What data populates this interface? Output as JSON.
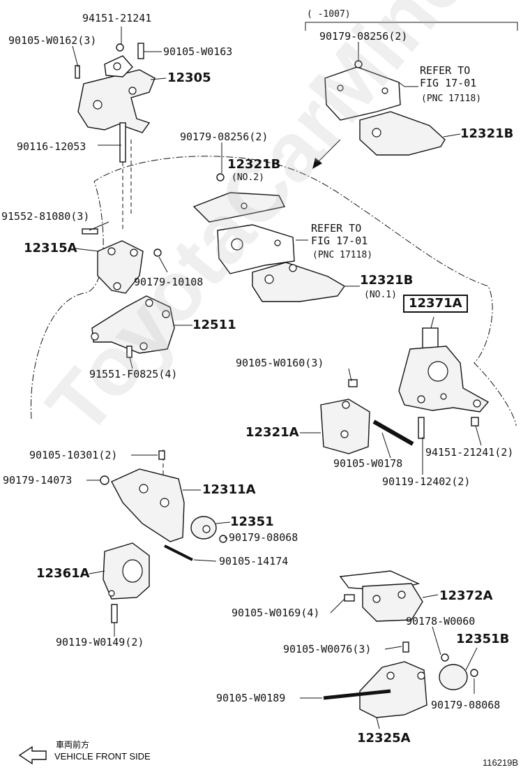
{
  "diagram": {
    "figure_id": "116219B",
    "watermark": "ToyotaCarMine.ru",
    "legend": {
      "japanese": "車両前方",
      "english": "VEHICLE FRONT SIDE"
    },
    "parts": [
      {
        "label": "94151-21241"
      },
      {
        "label": "90105-W0162(3)"
      },
      {
        "label": "90105-W0163"
      },
      {
        "label": "12305"
      },
      {
        "label": "90116-12053"
      },
      {
        "label": "91552-81080(3)"
      },
      {
        "label": "12315A"
      },
      {
        "label": "90179-10108"
      },
      {
        "label": "12511"
      },
      {
        "label": "91551-F0825(4)"
      },
      {
        "label": "(      -1007)"
      },
      {
        "label": "90179-08256(2)"
      },
      {
        "label": "12321B"
      },
      {
        "label": "90179-08256(2)"
      },
      {
        "label": "12321B"
      },
      {
        "label": "(NO.2)"
      },
      {
        "label": "12321B"
      },
      {
        "label": "(NO.1)"
      },
      {
        "label": "12371A"
      },
      {
        "label": "90105-W0160(3)"
      },
      {
        "label": "12321A"
      },
      {
        "label": "90105-W0178"
      },
      {
        "label": "90119-12402(2)"
      },
      {
        "label": "94151-21241(2)"
      },
      {
        "label": "90105-10301(2)"
      },
      {
        "label": "90179-14073"
      },
      {
        "label": "12311A"
      },
      {
        "label": "12351"
      },
      {
        "label": "90179-08068"
      },
      {
        "label": "90105-14174"
      },
      {
        "label": "12361A"
      },
      {
        "label": "90119-W0149(2)"
      },
      {
        "label": "12372A"
      },
      {
        "label": "90105-W0169(4)"
      },
      {
        "label": "90178-W0060"
      },
      {
        "label": "12351B"
      },
      {
        "label": "90105-W0076(3)"
      },
      {
        "label": "90105-W0189"
      },
      {
        "label": "90179-08068"
      },
      {
        "label": "12325A"
      }
    ],
    "references": [
      {
        "line1": "REFER TO",
        "line2": "FIG 17-01",
        "line3": "(PNC 17118)"
      },
      {
        "line1": "REFER TO",
        "line2": "FIG 17-01",
        "line3": "(PNC 17118)"
      }
    ]
  }
}
